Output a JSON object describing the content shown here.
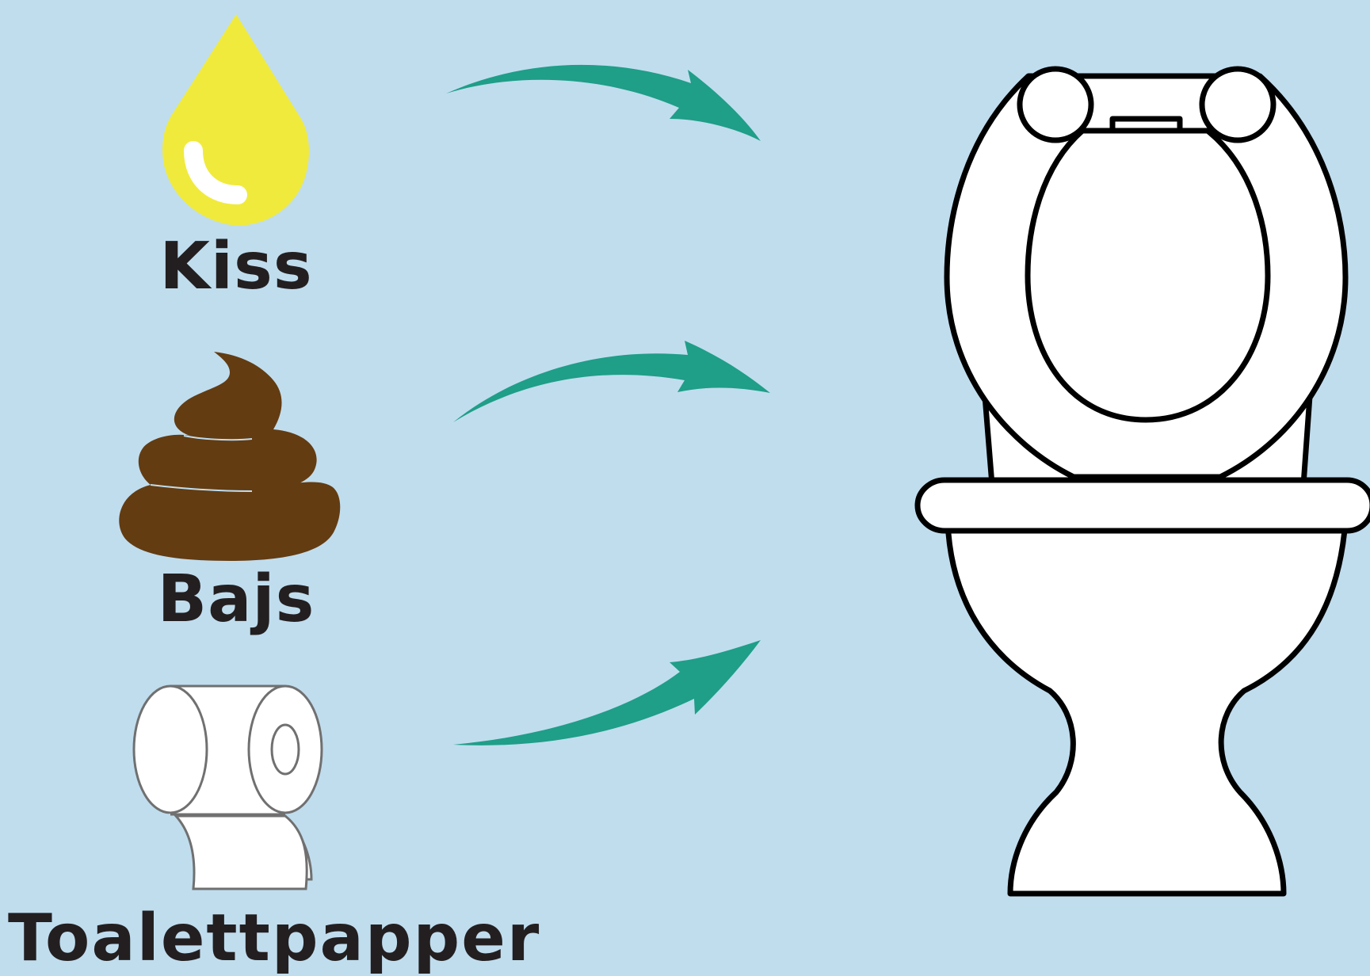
{
  "items": [
    {
      "label": "Kiss",
      "icon": "urine-drop-icon",
      "color": "#f0ea3c"
    },
    {
      "label": "Bajs",
      "icon": "poop-icon",
      "color": "#633c12"
    },
    {
      "label": "Toalettpapper",
      "icon": "toilet-paper-roll-icon",
      "color": "#ffffff"
    }
  ],
  "target": {
    "icon": "toilet-icon",
    "color": "#ffffff"
  },
  "arrow_color": "#1f9e88",
  "background_color": "#c0ddee"
}
